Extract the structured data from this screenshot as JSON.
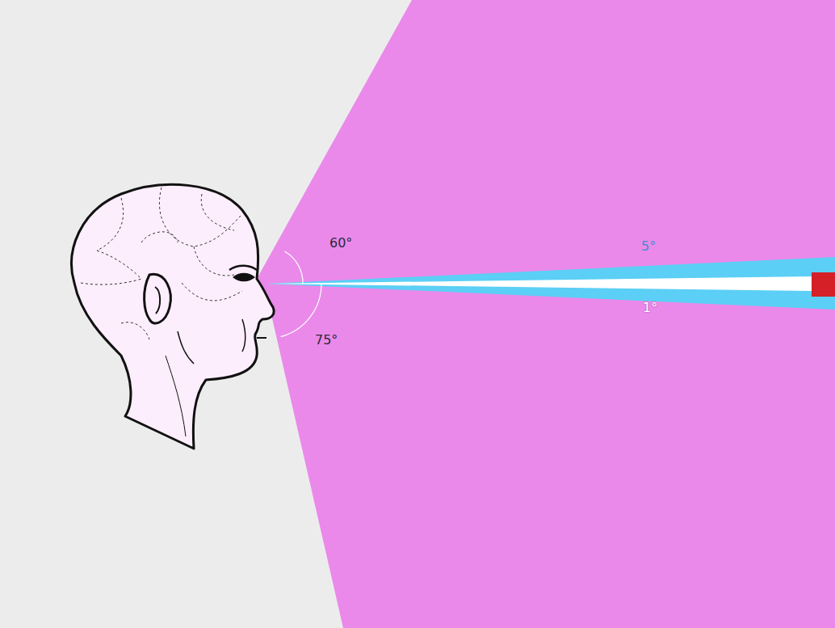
{
  "diagram": {
    "labels": [
      "60°",
      "75°",
      "5°",
      "1°"
    ]
  }
}
